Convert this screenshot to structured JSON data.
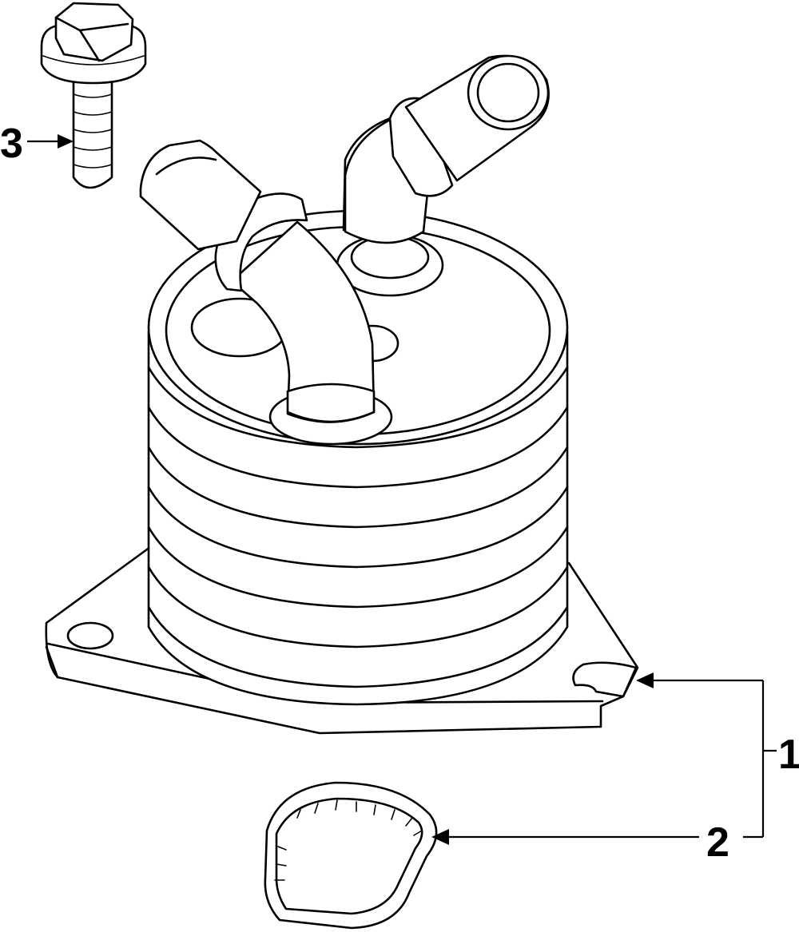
{
  "callouts": [
    {
      "id": "oil-cooler",
      "label": "1"
    },
    {
      "id": "gasket",
      "label": "2"
    },
    {
      "id": "bolt",
      "label": "3"
    }
  ],
  "colors": {
    "line": "#000000",
    "background": "#ffffff"
  }
}
